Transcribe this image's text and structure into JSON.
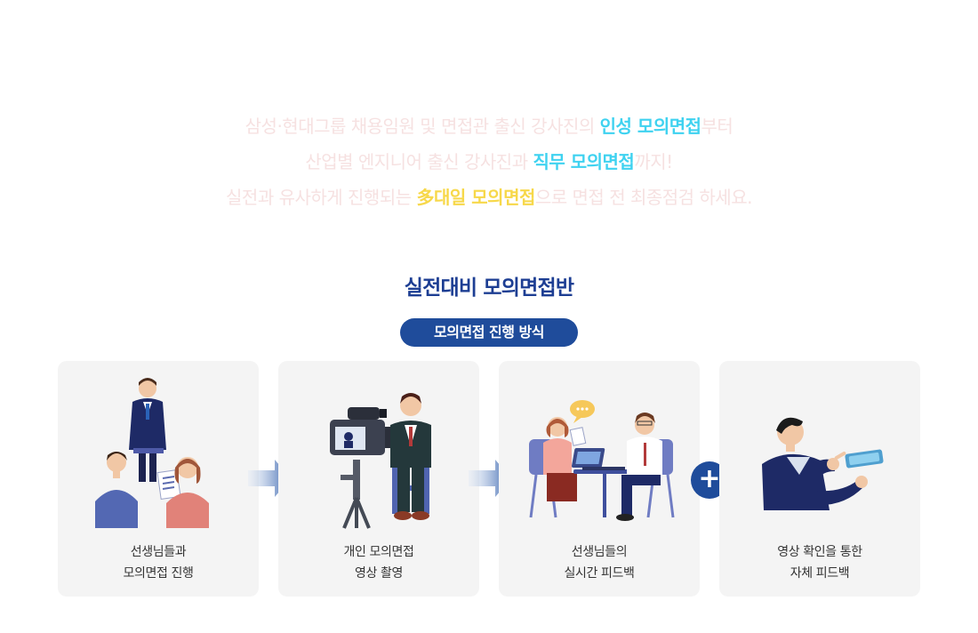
{
  "intro": {
    "line1": {
      "pre": "삼성·현대그룹 채용임원 및 면접관 출신 강사진의 ",
      "highlight": "인성 모의면접",
      "post": "부터"
    },
    "line2": {
      "pre": "산업별 엔지니어 출신 강사진과 ",
      "highlight": "직무 모의면접",
      "post": "까지!"
    },
    "line3": {
      "pre": "실전과 유사하게 진행되는 ",
      "highlight": "多대일 모의면접",
      "post": "으로 면접 전 최종점검 하세요."
    }
  },
  "section_title": "실전대비 모의면접반",
  "method_pill": "모의면접 진행 방식",
  "steps": [
    {
      "line1": "선생님들과",
      "line2": "모의면접 진행"
    },
    {
      "line1": "개인 모의면접",
      "line2": "영상 촬영"
    },
    {
      "line1": "선생님들의",
      "line2": "실시간 피드백"
    },
    {
      "line1": "영상 확인을 통한",
      "line2": "자체 피드백"
    }
  ],
  "plus_symbol": "+",
  "colors": {
    "accent_navy": "#1f4c9b",
    "title_blue": "#1d3e93",
    "highlight_cyan": "#3fd2f0",
    "highlight_yellow": "#f7d84a",
    "card_bg": "#f4f4f4"
  }
}
